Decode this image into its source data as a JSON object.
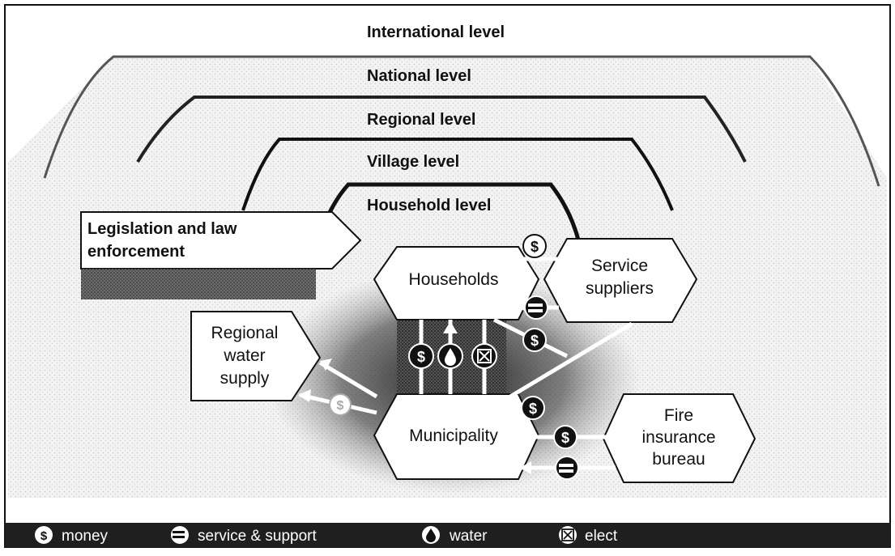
{
  "levels": {
    "international": "International level",
    "national": "National level",
    "regional": "Regional level",
    "village": "Village level",
    "household": "Household level"
  },
  "legislation": {
    "line1": "Legislation and law",
    "line2": "enforcement"
  },
  "nodes": {
    "households": "Households",
    "service_suppliers": {
      "line1": "Service",
      "line2": "suppliers"
    },
    "regional_water_supply": {
      "line1": "Regional",
      "line2": "water",
      "line3": "supply"
    },
    "municipality": "Municipality",
    "fire_insurance_bureau": {
      "line1": "Fire",
      "line2": "insurance",
      "line3": "bureau"
    }
  },
  "legend": [
    {
      "icon": "money-icon",
      "label": "money"
    },
    {
      "icon": "service-support-icon",
      "label": "service & support"
    },
    {
      "icon": "water-icon",
      "label": "water"
    },
    {
      "icon": "elect-icon",
      "label": "elect"
    }
  ],
  "colors": {
    "ink": "#111111",
    "frame": "#1a1a1a",
    "legend_bar": "#1f1f1f",
    "white": "#ffffff"
  }
}
